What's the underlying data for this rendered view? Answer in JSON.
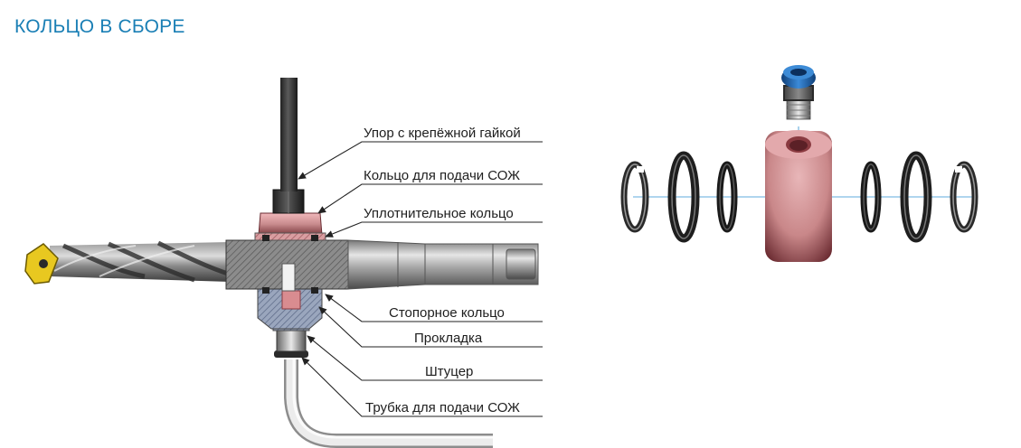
{
  "title": "КОЛЬЦО В СБОРЕ",
  "colors": {
    "title": "#1a7fb5",
    "ring_body": "#c98c8e",
    "ring_body_dark": "#7d3a3f",
    "fitting_blue": "#1a5fa8",
    "drill_steel": "#6e6e6e",
    "insert": "#e8c820",
    "axis_line": "#2a8fd0"
  },
  "labels": [
    {
      "key": "stop",
      "text": "Упор с крепёжной гайкой"
    },
    {
      "key": "ring",
      "text": "Кольцо для подачи СОЖ"
    },
    {
      "key": "seal",
      "text": "Уплотнительное кольцо"
    },
    {
      "key": "retaining",
      "text": "Стопорное кольцо"
    },
    {
      "key": "gasket",
      "text": "Прокладка"
    },
    {
      "key": "fitting",
      "text": "Штуцер"
    },
    {
      "key": "tube",
      "text": "Трубка для подачи СОЖ"
    }
  ],
  "icons": {
    "drill": "drill-icon",
    "ring": "coolant-ring-icon",
    "fitting": "push-fitting-icon"
  }
}
